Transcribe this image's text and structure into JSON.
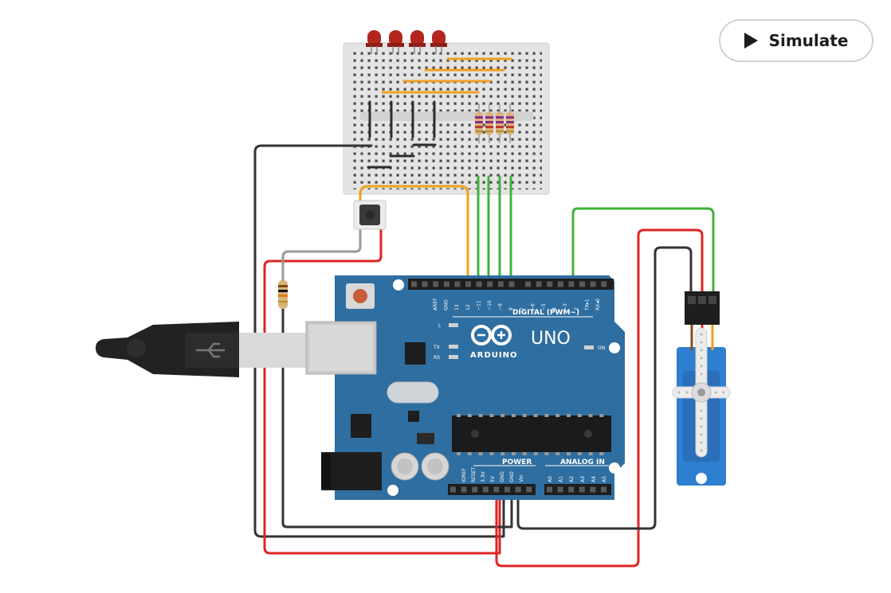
{
  "toolbar": {
    "simulate_label": "Simulate",
    "simulate_icon": "play-icon"
  },
  "board": {
    "brand": "ARDUINO",
    "model": "UNO",
    "digital_label": "DIGITAL (PWM~)",
    "power_label": "POWER",
    "analog_label": "ANALOG IN",
    "on_label": "ON",
    "led_labels": [
      "L",
      "TX",
      "RX"
    ],
    "digital_pins": [
      "AREF",
      "GND",
      "13",
      "12",
      "~11",
      "~10",
      "~9",
      "8",
      "7",
      "~6",
      "~5",
      "4",
      "~3",
      "2",
      "TX▸1",
      "RX◂0"
    ],
    "power_pins": [
      "IOREF",
      "RESET",
      "3.3V",
      "5V",
      "GND",
      "GND",
      "Vin"
    ],
    "analog_pins": [
      "A0",
      "A1",
      "A2",
      "A3",
      "A4",
      "A5"
    ]
  },
  "colors": {
    "board": "#2f6ea0",
    "wire_red": "#e02424",
    "wire_black": "#333333",
    "wire_green": "#3fb33a",
    "wire_orange": "#f0a020",
    "wire_gray": "#9a9a9a",
    "led": "#b3261e",
    "servo": "#2f7fd0"
  }
}
